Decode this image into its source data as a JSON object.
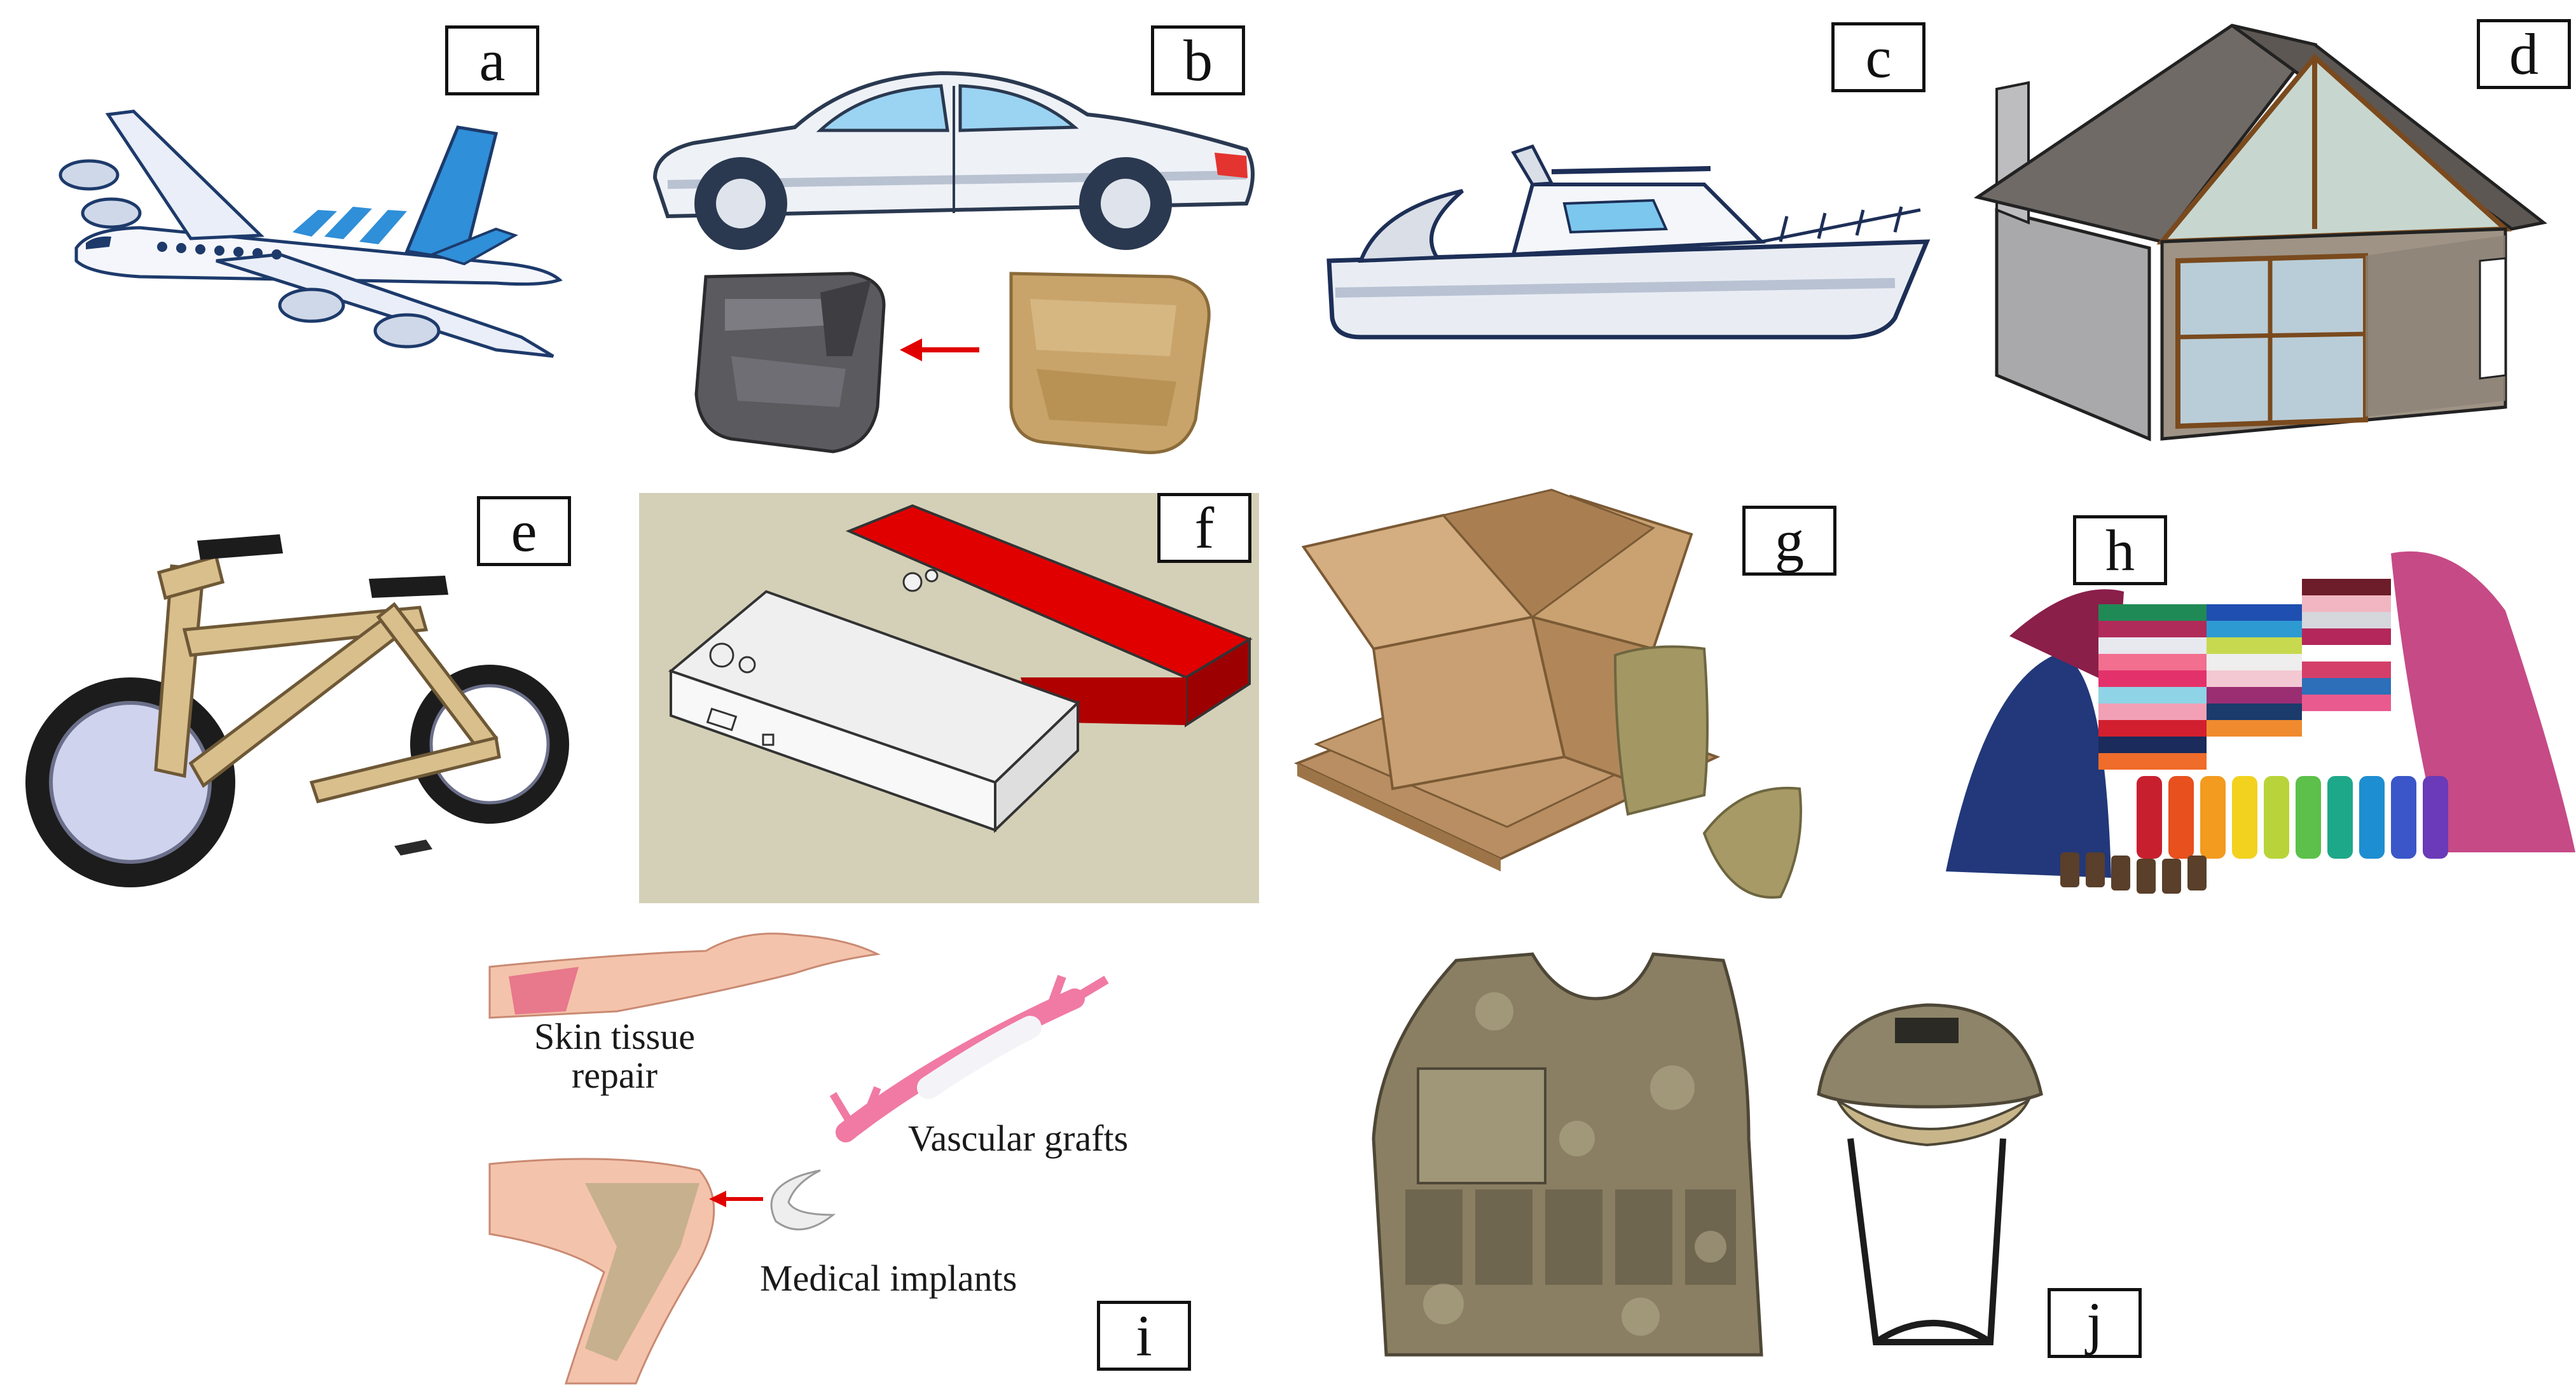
{
  "panels": [
    {
      "id": "a",
      "label": "a",
      "subject": "airplane"
    },
    {
      "id": "b",
      "label": "b",
      "subject": "car and door panels"
    },
    {
      "id": "c",
      "label": "c",
      "subject": "boat"
    },
    {
      "id": "d",
      "label": "d",
      "subject": "house"
    },
    {
      "id": "e",
      "label": "e",
      "subject": "bicycle"
    },
    {
      "id": "f",
      "label": "f",
      "subject": "device casings"
    },
    {
      "id": "g",
      "label": "g",
      "subject": "packaging"
    },
    {
      "id": "h",
      "label": "h",
      "subject": "textiles"
    },
    {
      "id": "i",
      "label": "i",
      "subject": "biomedical"
    },
    {
      "id": "j",
      "label": "j",
      "subject": "body armor"
    }
  ],
  "captions": {
    "skin_line1": "Skin tissue",
    "skin_line2": "repair",
    "vascular": "Vascular grafts",
    "implants": "Medical implants"
  },
  "colors": {
    "plane_blue": "#2f8fd8",
    "device_red": "#e10000",
    "cardboard": "#c9a073",
    "camo": "#8a7f63"
  }
}
